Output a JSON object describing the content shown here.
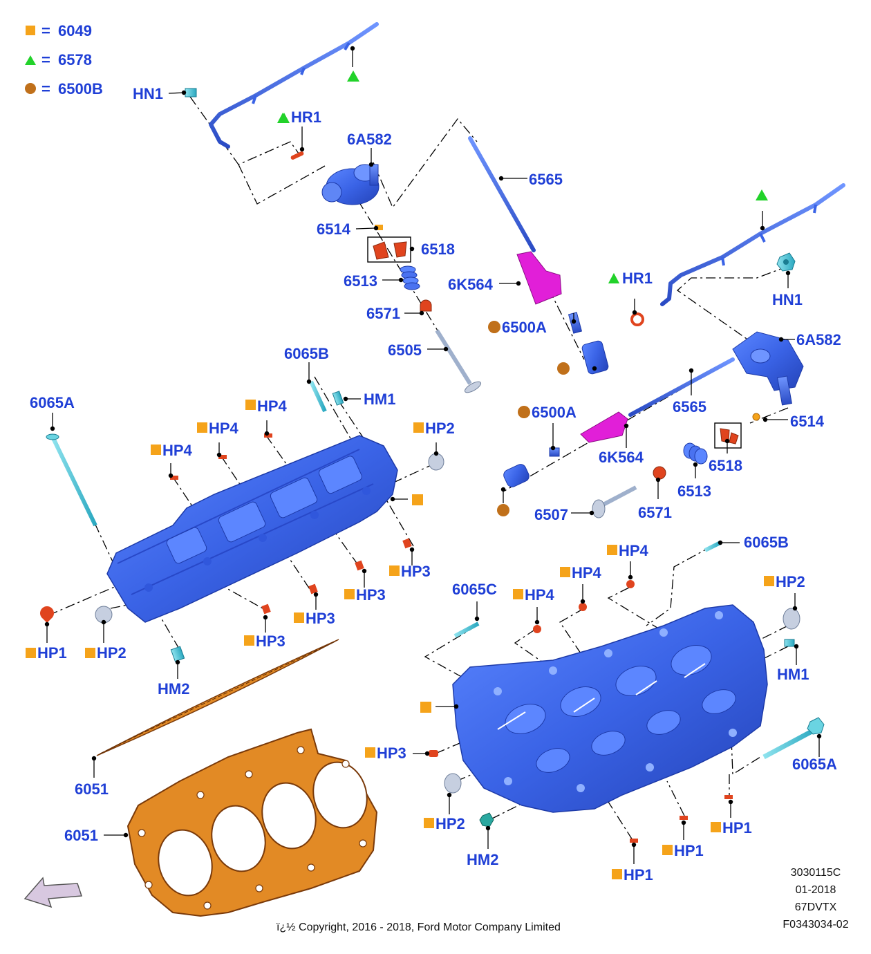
{
  "legend": [
    {
      "symbol": "square",
      "color": "#f5a31a",
      "eq": "=",
      "text": "6049"
    },
    {
      "symbol": "triangle",
      "color": "#22d22a",
      "eq": "=",
      "text": "6578"
    },
    {
      "symbol": "circle",
      "color": "#c0701a",
      "eq": "=",
      "text": "6500B"
    }
  ],
  "colors": {
    "label": "#1f3fd6",
    "part_blue": "#3a67e8",
    "gasket": "#e28a25",
    "magenta": "#e11fd8",
    "orange_red": "#e0441e",
    "cyan": "#48c8d8"
  },
  "labels": {
    "hn1_a": "HN1",
    "hr1_a": "HR1",
    "6a582_a": "6A582",
    "6565_a": "6565",
    "6514_a": "6514",
    "6518_a": "6518",
    "6513_a": "6513",
    "6k564_a": "6K564",
    "6571_a": "6571",
    "6500a_a": "6500A",
    "6505": "6505",
    "hr1_b": "HR1",
    "hn1_b": "HN1",
    "6a582_b": "6A582",
    "6565_b": "6565",
    "6514_b": "6514",
    "6500a_b": "6500A",
    "6k564_b": "6K564",
    "6518_b": "6518",
    "6513_b": "6513",
    "6507": "6507",
    "6571_b": "6571",
    "6065b_a": "6065B",
    "hm1_a": "HM1",
    "6065a_a": "6065A",
    "hp4_a": "HP4",
    "hp4_b": "HP4",
    "hp4_c": "HP4",
    "hp2_a": "HP2",
    "hp3_a": "HP3",
    "hp3_b": "HP3",
    "hp3_c": "HP3",
    "hp3_d": "HP3",
    "hp1_a": "HP1",
    "hp2_b": "HP2",
    "hm2_a": "HM2",
    "6051_a": "6051",
    "6051_b": "6051",
    "6065b_b": "6065B",
    "hp4_d": "HP4",
    "hp4_e": "HP4",
    "hp4_f": "HP4",
    "6065c": "6065C",
    "hp2_c": "HP2",
    "hm1_b": "HM1",
    "hp3_e": "HP3",
    "6065a_b": "6065A",
    "hp2_d": "HP2",
    "hm2_b": "HM2",
    "hp1_b": "HP1",
    "hp1_c": "HP1",
    "hp1_d": "HP1"
  },
  "meta": {
    "code": "3030115C",
    "date": "01-2018",
    "engine": "67DVTX",
    "figure": "F0343034-02"
  },
  "copyright": "ï¿½ Copyright, 2016 - 2018, Ford Motor Company Limited"
}
